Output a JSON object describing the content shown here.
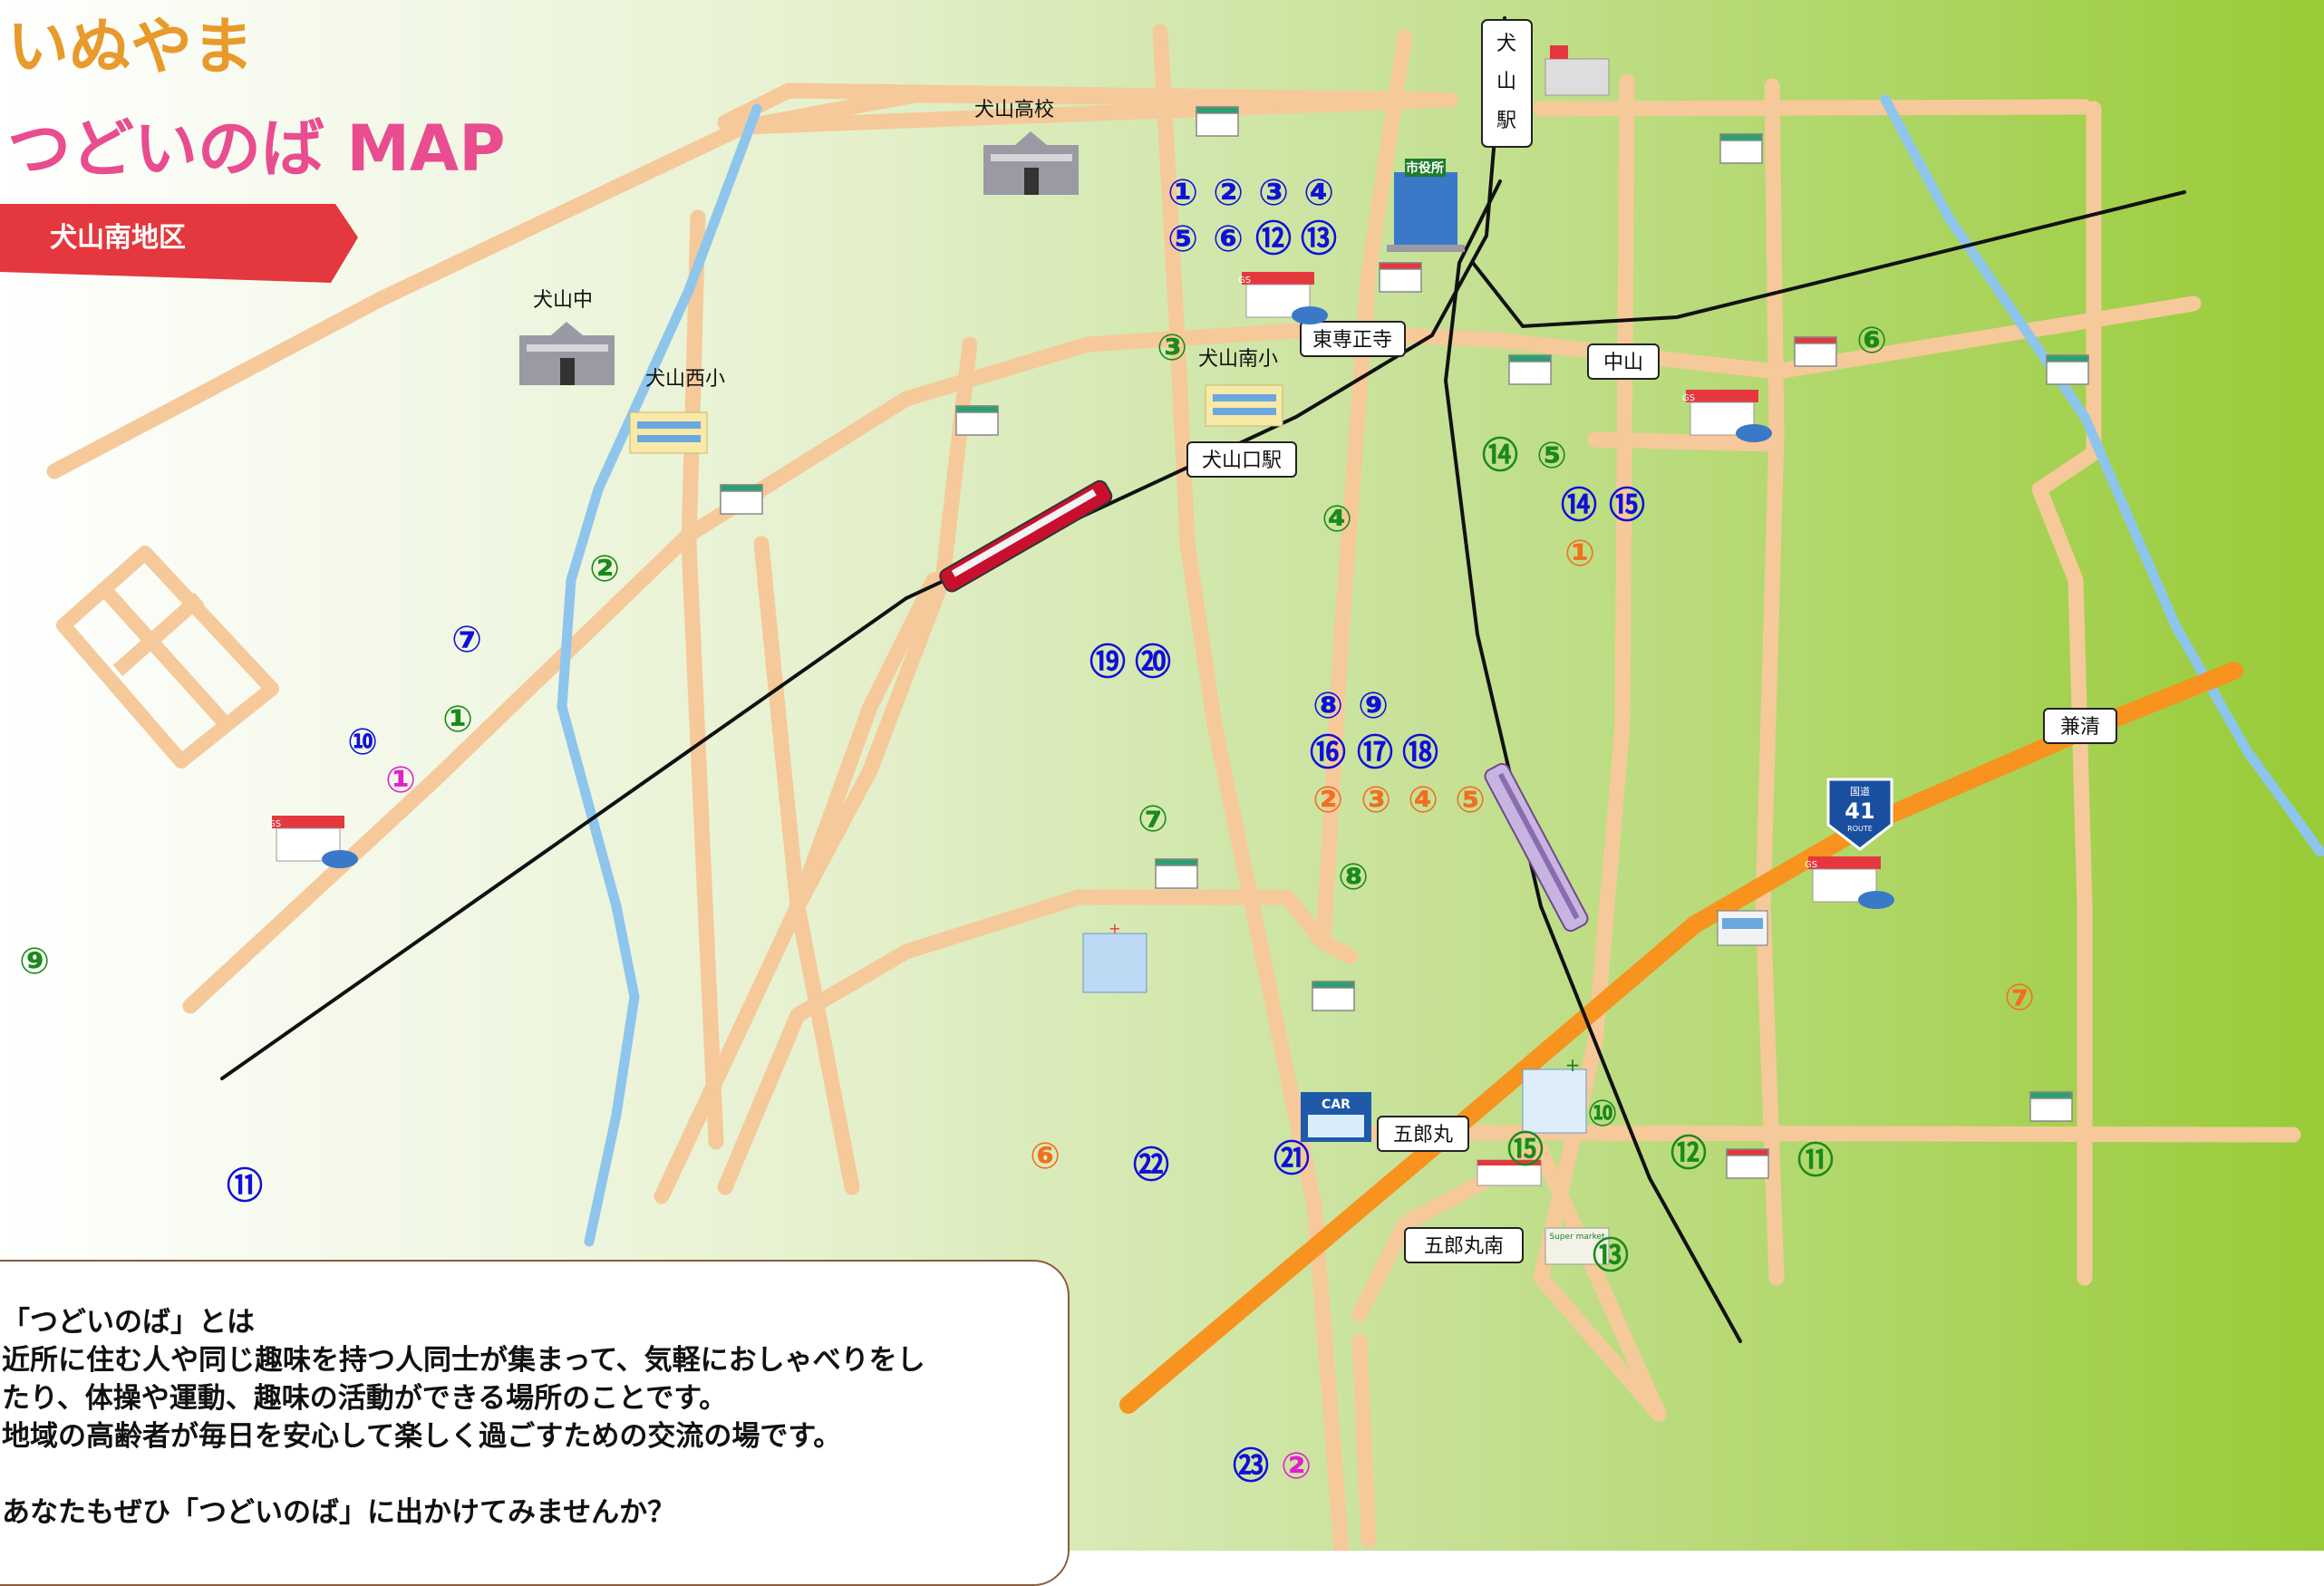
{
  "title": {
    "line1": "いぬやま",
    "line2": "つどいのば MAP",
    "district": "犬山南地区"
  },
  "colors": {
    "bg_left": "#ffffff",
    "bg_mid": "#dfeebf",
    "bg_right": "#9ccd3c",
    "road": "#f6c99a",
    "river": "#8ec5ec",
    "route41": "#f7931e",
    "blue": "#1010d8",
    "green": "#1a8a1a",
    "orange": "#f07020",
    "magenta": "#e020d0"
  },
  "places": {
    "inuyama_station": "犬山駅",
    "city_hall": "市役所",
    "inuyama_high": "犬山高校",
    "inuyama_jr_high": "犬山中",
    "inuyama_nishi_elem": "犬山西小",
    "inuyama_minami_elem": "犬山南小",
    "higashi_senshoji": "東専正寺",
    "inuyamaguchi_station": "犬山口駅",
    "nakayama": "中山",
    "kanekiyo": "兼清",
    "gorohmaru": "五郎丸",
    "gorohmaru_minami": "五郎丸南",
    "route_sign_top": "国道",
    "route_sign_number": "41",
    "route_sign_bottom": "ROUTE",
    "car_shop_sign": "CAR",
    "supermarket_sign": "Super market",
    "gas_sign": "GS"
  },
  "markers": {
    "blue": [
      "①",
      "②",
      "③",
      "④",
      "⑤",
      "⑥",
      "⑫",
      "⑬",
      "⑭",
      "⑮",
      "⑦",
      "⑩",
      "⑲",
      "⑳",
      "⑧",
      "⑨",
      "⑯",
      "⑰",
      "⑱",
      "㉑",
      "㉒",
      "⑪",
      "㉓"
    ],
    "green": [
      "③",
      "⑥",
      "⑭",
      "⑤",
      "④",
      "②",
      "①",
      "⑦",
      "⑧",
      "⑨",
      "⑩",
      "⑮",
      "⑫",
      "⑪",
      "⑬"
    ],
    "orange": [
      "①",
      "②",
      "③",
      "④",
      "⑤",
      "⑥",
      "⑦"
    ],
    "magenta": [
      "①",
      "②"
    ]
  },
  "info": {
    "heading": "「つどいのば」とは",
    "line1": "近所に住む人や同じ趣味を持つ人同士が集まって、気軽におしゃべりをし",
    "line2": "たり、体操や運動、趣味の活動ができる場所のことです。",
    "line3": "地域の高齢者が毎日を安心して楽しく過ごすための交流の場です。",
    "line4": "あなたもぜひ「つどいのば」に出かけてみませんか？"
  }
}
